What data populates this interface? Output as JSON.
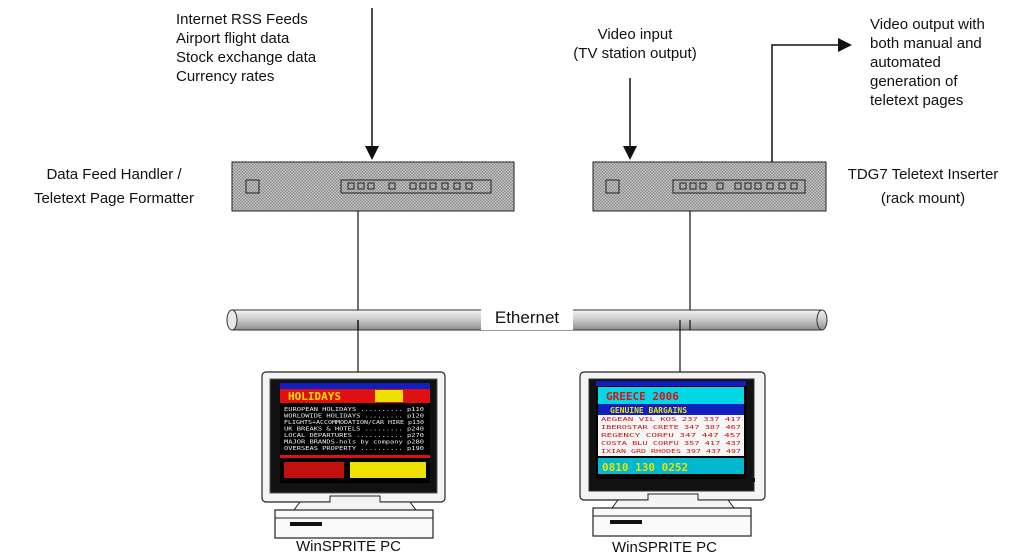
{
  "sources": {
    "lines": [
      "Internet RSS Feeds",
      "Airport flight data",
      "Stock exchange data",
      "Currency rates"
    ]
  },
  "video_input": {
    "lines": [
      "Video input",
      "(TV station output)"
    ]
  },
  "video_output": {
    "lines": [
      "Video output with",
      "both manual and",
      "automated",
      "generation of",
      "teletext pages"
    ]
  },
  "device_left": {
    "lines": [
      "Data Feed Handler /",
      "Teletext Page Formatter"
    ]
  },
  "device_right": {
    "lines": [
      "TDG7 Teletext Inserter",
      "(rack mount)"
    ]
  },
  "network": {
    "label": "Ethernet"
  },
  "pc_left": {
    "label": "WinSPRITE PC",
    "screen": {
      "title": "HOLIDAYS",
      "rows": [
        "EUROPEAN HOLIDAYS .......... p110",
        "WORLDWIDE HOLIDAYS ......... p120",
        "FLIGHTS+ACCOMMODATION/CAR HIRE p130",
        "UK BREAKS & HOTELS ......... p240",
        "LOCAL DEPARTURES ........... p270",
        "MAJOR BRANDS-hols by company p280",
        "OVERSEAS PROPERTY .......... p190"
      ]
    }
  },
  "pc_right": {
    "label": "WinSPRITE PC",
    "screen": {
      "title": "GREECE 2006",
      "subtitle": "GENUINE BARGAINS",
      "rows": [
        "AEGEAN VIL KOS  237 337 417",
        "IBEROSTAR CRETE 347 387 467",
        "REGENCY   CORFU 347 447 457",
        "COSTA BLU CORFU 357 417 437",
        "IXIAN GRD RHODES 397 437 497"
      ],
      "phone": "0810 130 0252"
    }
  },
  "colors": {
    "device_fill": "#9a9a9a",
    "pipe_fill": "#cfcfcf",
    "screen_bg": "#000000",
    "teletext_red": "#e01010",
    "teletext_yellow": "#f0e000",
    "teletext_cyan": "#00d8e8",
    "teletext_blue": "#1020c0"
  }
}
